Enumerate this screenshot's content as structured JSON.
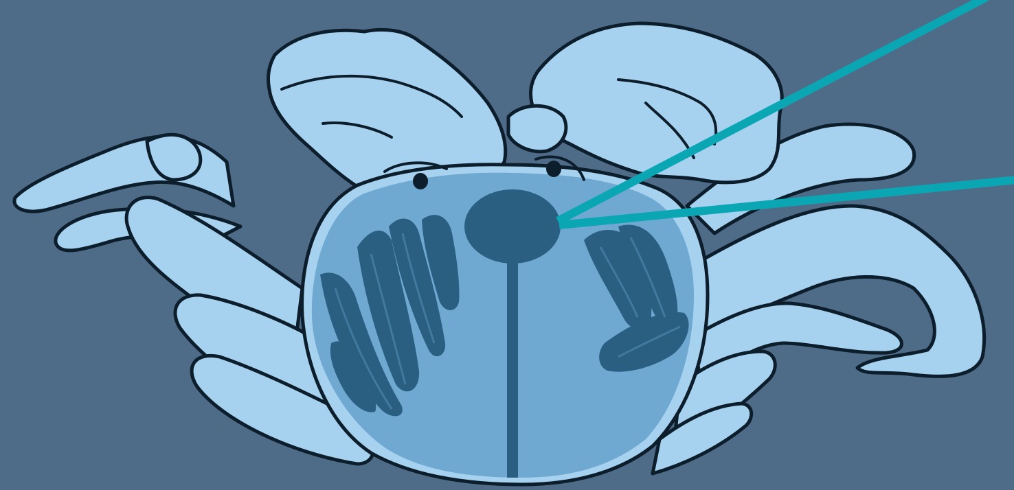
{
  "diagram": {
    "subject": "crab",
    "view": "ventral",
    "colors": {
      "background": "#4e6c87",
      "body_fill": "#a6d2ef",
      "underside_panel": "#6fa9d2",
      "internal_organs": "#2a5f82",
      "outline": "#0c1d2b",
      "pointer_lines": "#0ba6b4"
    },
    "pointer_count": 2,
    "labels": []
  }
}
